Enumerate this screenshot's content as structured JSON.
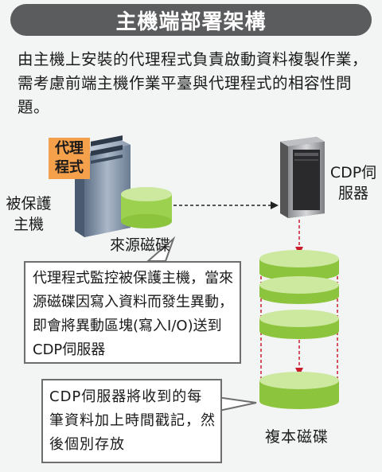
{
  "title": "主機端部署架構",
  "intro": "由主機上安裝的代理程式負責啟動資料複製作業，需考慮前端主機作業平臺與代理程式的相容性問題。",
  "labels": {
    "agent": "代理程式",
    "protected_host": "被保護主機",
    "source_disk": "來源磁碟",
    "cdp_server": "CDP伺服器",
    "replica_disk": "複本磁碟"
  },
  "callouts": {
    "monitor": "代理程式監控被保護主機，當來源磁碟因寫入資料而發生異動，即會將異動區塊(寫入I/O)送到CDP伺服器",
    "timestamp": "CDP伺服器將收到的每筆資料加上時間戳記，然後個別存放"
  },
  "colors": {
    "title_bg": "#5b5c5e",
    "disk_green": "#9bd14e",
    "disk_top": "#cde89f",
    "agent_tag": "#f5a04a",
    "arrow_red": "#c81c2b"
  }
}
